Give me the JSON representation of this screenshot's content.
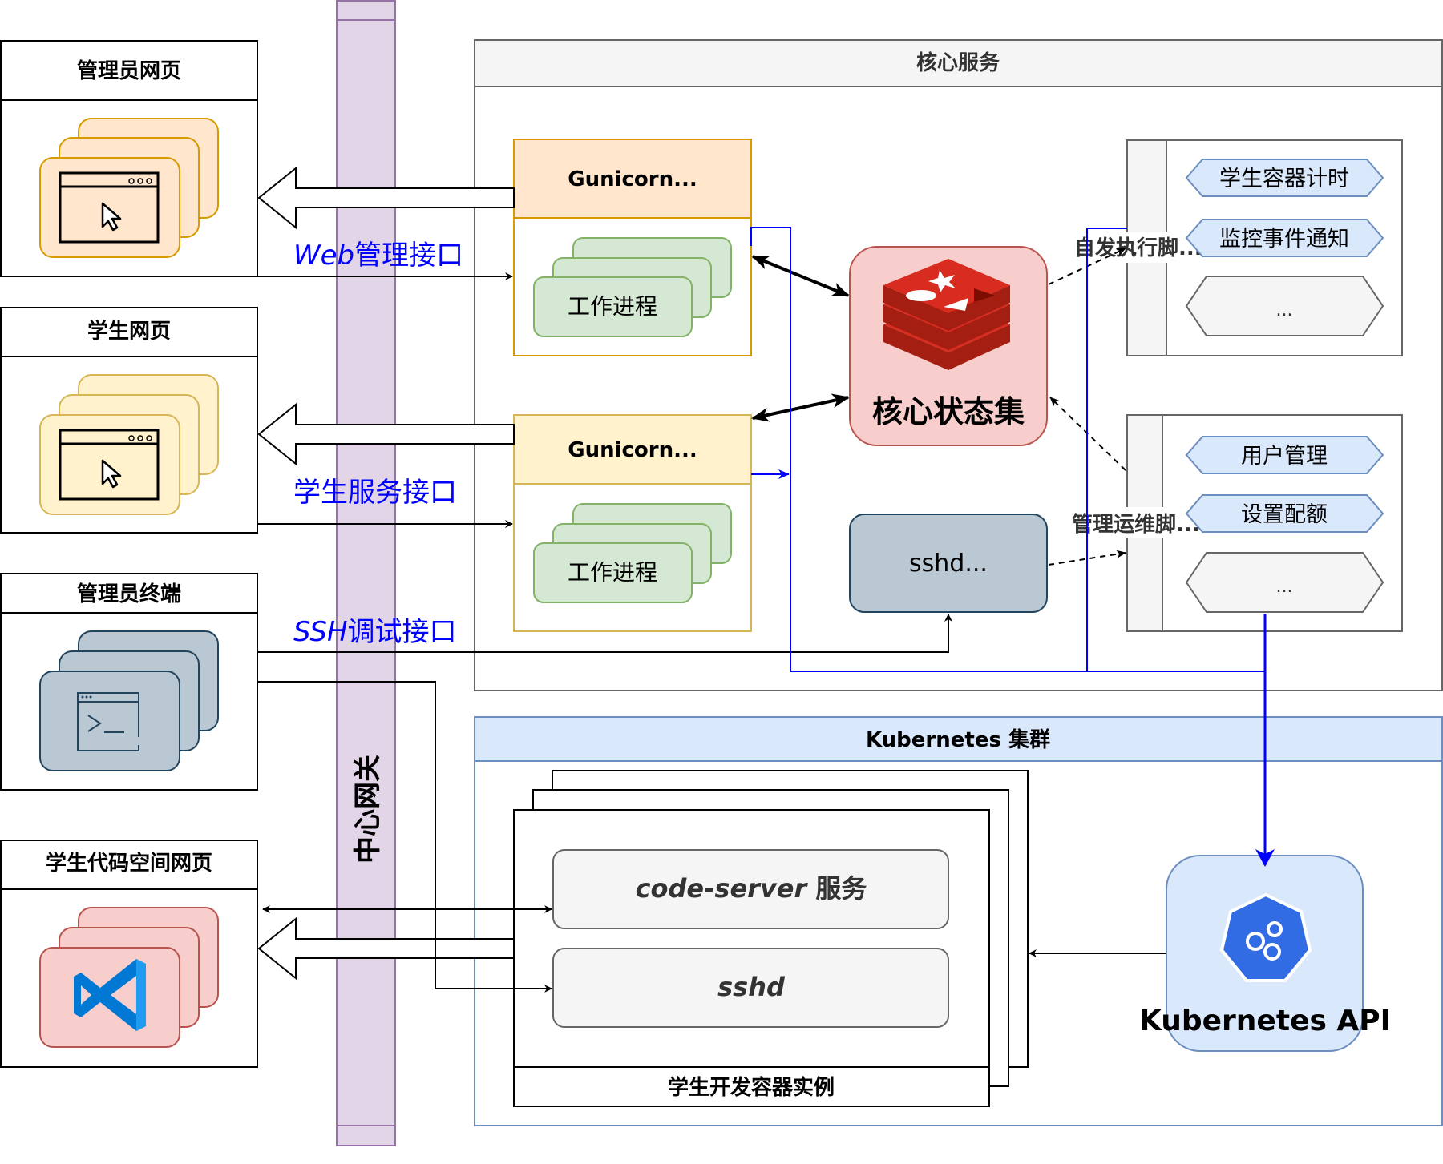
{
  "panels": {
    "admin_web": "管理员网页",
    "student_web": "学生网页",
    "admin_terminal": "管理员终端",
    "student_codespace": "学生代码空间网页"
  },
  "gateway": "中心网关",
  "interfaces": {
    "web_prefix": "Web",
    "web_suffix": "管理接口",
    "student": "学生服务接口",
    "ssh_prefix": "SSH",
    "ssh_suffix": "调试接口"
  },
  "core": {
    "title": "核心服务",
    "gunicorn_1": "Gunicorn...",
    "gunicorn_2": "Gunicorn...",
    "worker_1": "工作进程",
    "worker_2": "工作进程",
    "redis_label": "核心状态集",
    "sshd_box": "sshd...",
    "auto_scripts_label": "自发执行脚...",
    "auto_scripts": [
      "学生容器计时",
      "监控事件通知",
      "..."
    ],
    "admin_scripts_label": "管理运维脚...",
    "admin_scripts": [
      "用户管理",
      "设置配额",
      "..."
    ]
  },
  "k8s": {
    "title": "Kubernetes 集群",
    "code_server_prefix": "code-server",
    "code_server_suffix": " 服务",
    "sshd": "sshd",
    "container_label": "学生开发容器实例",
    "api_label": "Kubernetes API"
  },
  "colors": {
    "blue_line": "#0000FF",
    "gateway_fill": "#E1D5E7",
    "gateway_stroke": "#9673A6",
    "gunicorn1_fill": "#FFE6CC",
    "gunicorn1_stroke": "#D79B00",
    "gunicorn2_fill": "#FFF2CC",
    "gunicorn2_stroke": "#D6B656",
    "worker_fill": "#D5E8D4",
    "worker_stroke": "#82B366",
    "redis_fill": "#F8CECC",
    "redis_stroke": "#B85450",
    "sshd_fill": "#BAC8D3",
    "sshd_stroke": "#23445D",
    "script_fill": "#DAE8FC",
    "script_stroke": "#6C8EBF",
    "k8s_header_fill": "#DAE8FC",
    "k8s_stroke": "#6C8EBF",
    "vscode_blue": "#0078D4",
    "k8s_logo_blue": "#326CE5"
  }
}
